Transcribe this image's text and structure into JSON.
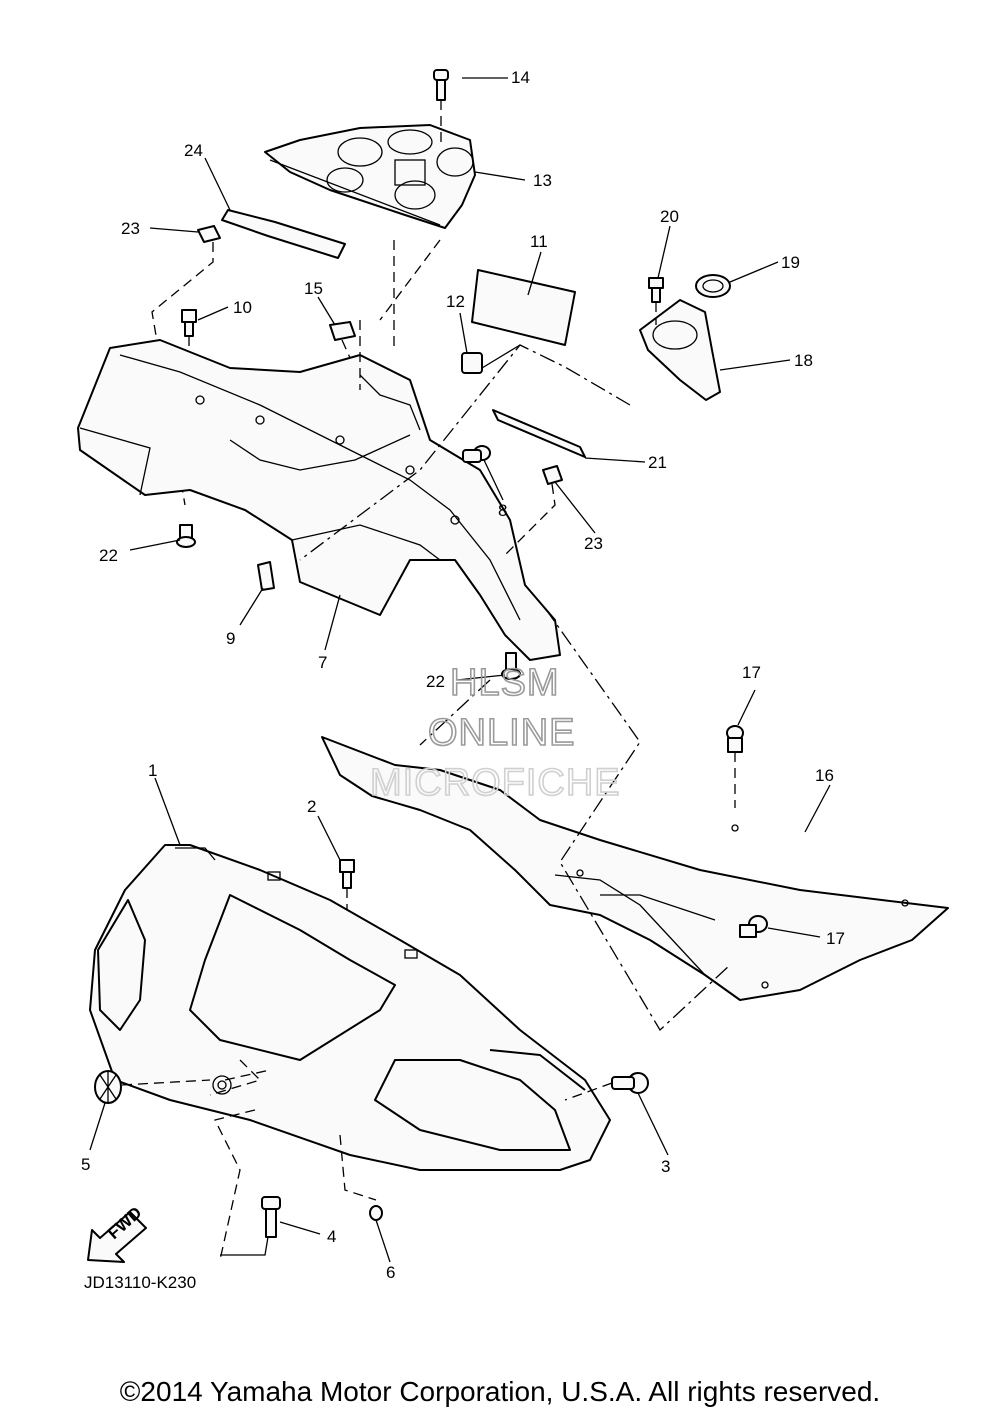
{
  "diagram": {
    "labels": [
      "1",
      "2",
      "3",
      "4",
      "5",
      "6",
      "7",
      "8",
      "9",
      "10",
      "11",
      "12",
      "13",
      "14",
      "15",
      "16",
      "17",
      "17",
      "19",
      "18",
      "20",
      "21",
      "22",
      "22",
      "23",
      "23",
      "24"
    ],
    "doc_code": "JD13110-K230",
    "fwd_label": "FWD",
    "watermark": [
      "HLSM",
      "ONLINE",
      "MICROFICHE"
    ]
  },
  "footer": {
    "copyright": "©2014 Yamaha Motor Corporation, U.S.A. All rights reserved."
  }
}
